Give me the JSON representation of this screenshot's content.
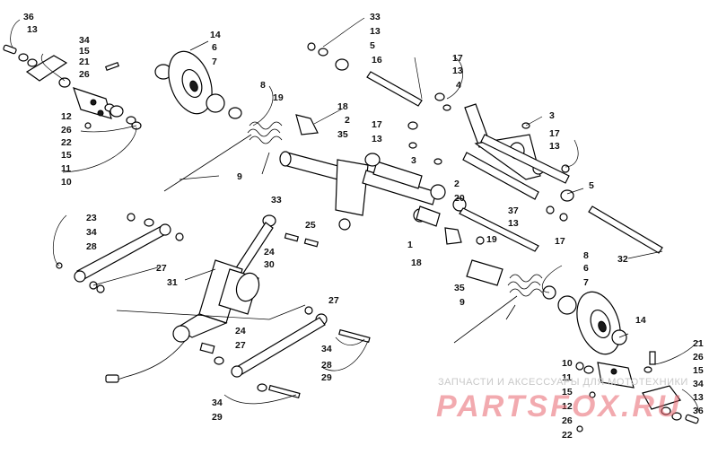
{
  "diagram": {
    "labels": [
      {
        "id": "l36a",
        "text": "36"
      },
      {
        "id": "l13a",
        "text": "13"
      },
      {
        "id": "l34a",
        "text": "34"
      },
      {
        "id": "l15a",
        "text": "15"
      },
      {
        "id": "l21a",
        "text": "21"
      },
      {
        "id": "l26a",
        "text": "26"
      },
      {
        "id": "l12a",
        "text": "12"
      },
      {
        "id": "l26b",
        "text": "26"
      },
      {
        "id": "l22a",
        "text": "22"
      },
      {
        "id": "l15b",
        "text": "15"
      },
      {
        "id": "l11a",
        "text": "11"
      },
      {
        "id": "l10a",
        "text": "10"
      },
      {
        "id": "l14a",
        "text": "14"
      },
      {
        "id": "l6a",
        "text": "6"
      },
      {
        "id": "l7a",
        "text": "7"
      },
      {
        "id": "l8a",
        "text": "8"
      },
      {
        "id": "l19a",
        "text": "19"
      },
      {
        "id": "l9a",
        "text": "9"
      },
      {
        "id": "l33a",
        "text": "33"
      },
      {
        "id": "l13b",
        "text": "13"
      },
      {
        "id": "l5a",
        "text": "5"
      },
      {
        "id": "l16a",
        "text": "16"
      },
      {
        "id": "l17a",
        "text": "17"
      },
      {
        "id": "l13c",
        "text": "13"
      },
      {
        "id": "l4a",
        "text": "4"
      },
      {
        "id": "l18a",
        "text": "18"
      },
      {
        "id": "l2a",
        "text": "2"
      },
      {
        "id": "l35a",
        "text": "35"
      },
      {
        "id": "l17b",
        "text": "17"
      },
      {
        "id": "l13d",
        "text": "13"
      },
      {
        "id": "l3a",
        "text": "3"
      },
      {
        "id": "l17c",
        "text": "17"
      },
      {
        "id": "l13e",
        "text": "13"
      },
      {
        "id": "l3b",
        "text": "3"
      },
      {
        "id": "l5b",
        "text": "5"
      },
      {
        "id": "l2b",
        "text": "2"
      },
      {
        "id": "l20a",
        "text": "20"
      },
      {
        "id": "l37a",
        "text": "37"
      },
      {
        "id": "l13f",
        "text": "13"
      },
      {
        "id": "l17d",
        "text": "17"
      },
      {
        "id": "l32a",
        "text": "32"
      },
      {
        "id": "l33b",
        "text": "33"
      },
      {
        "id": "l25a",
        "text": "25"
      },
      {
        "id": "l1a",
        "text": "1"
      },
      {
        "id": "l19b",
        "text": "19"
      },
      {
        "id": "l18b",
        "text": "18"
      },
      {
        "id": "l23a",
        "text": "23"
      },
      {
        "id": "l34b",
        "text": "34"
      },
      {
        "id": "l28a",
        "text": "28"
      },
      {
        "id": "l27a",
        "text": "27"
      },
      {
        "id": "l24a",
        "text": "24"
      },
      {
        "id": "l30a",
        "text": "30"
      },
      {
        "id": "l31a",
        "text": "31"
      },
      {
        "id": "l27b",
        "text": "27"
      },
      {
        "id": "l24b",
        "text": "24"
      },
      {
        "id": "l27c",
        "text": "27"
      },
      {
        "id": "l34c",
        "text": "34"
      },
      {
        "id": "l28b",
        "text": "28"
      },
      {
        "id": "l29a",
        "text": "29"
      },
      {
        "id": "l34d",
        "text": "34"
      },
      {
        "id": "l29b",
        "text": "29"
      },
      {
        "id": "l35b",
        "text": "35"
      },
      {
        "id": "l9b",
        "text": "9"
      },
      {
        "id": "l8b",
        "text": "8"
      },
      {
        "id": "l6b",
        "text": "6"
      },
      {
        "id": "l7b",
        "text": "7"
      },
      {
        "id": "l14b",
        "text": "14"
      },
      {
        "id": "l21b",
        "text": "21"
      },
      {
        "id": "l26c",
        "text": "26"
      },
      {
        "id": "l15c",
        "text": "15"
      },
      {
        "id": "l34e",
        "text": "34"
      },
      {
        "id": "l13g",
        "text": "13"
      },
      {
        "id": "l36b",
        "text": "36"
      },
      {
        "id": "l10b",
        "text": "10"
      },
      {
        "id": "l11b",
        "text": "11"
      },
      {
        "id": "l15d",
        "text": "15"
      },
      {
        "id": "l12b",
        "text": "12"
      },
      {
        "id": "l26d",
        "text": "26"
      },
      {
        "id": "l22b",
        "text": "22"
      }
    ]
  },
  "watermark": {
    "line1": "ЗАПЧАСТИ И АКСЕССУАРЫ ДЛЯ МОТОТЕХНИКИ",
    "logo": "PARTSFOX.RU"
  }
}
